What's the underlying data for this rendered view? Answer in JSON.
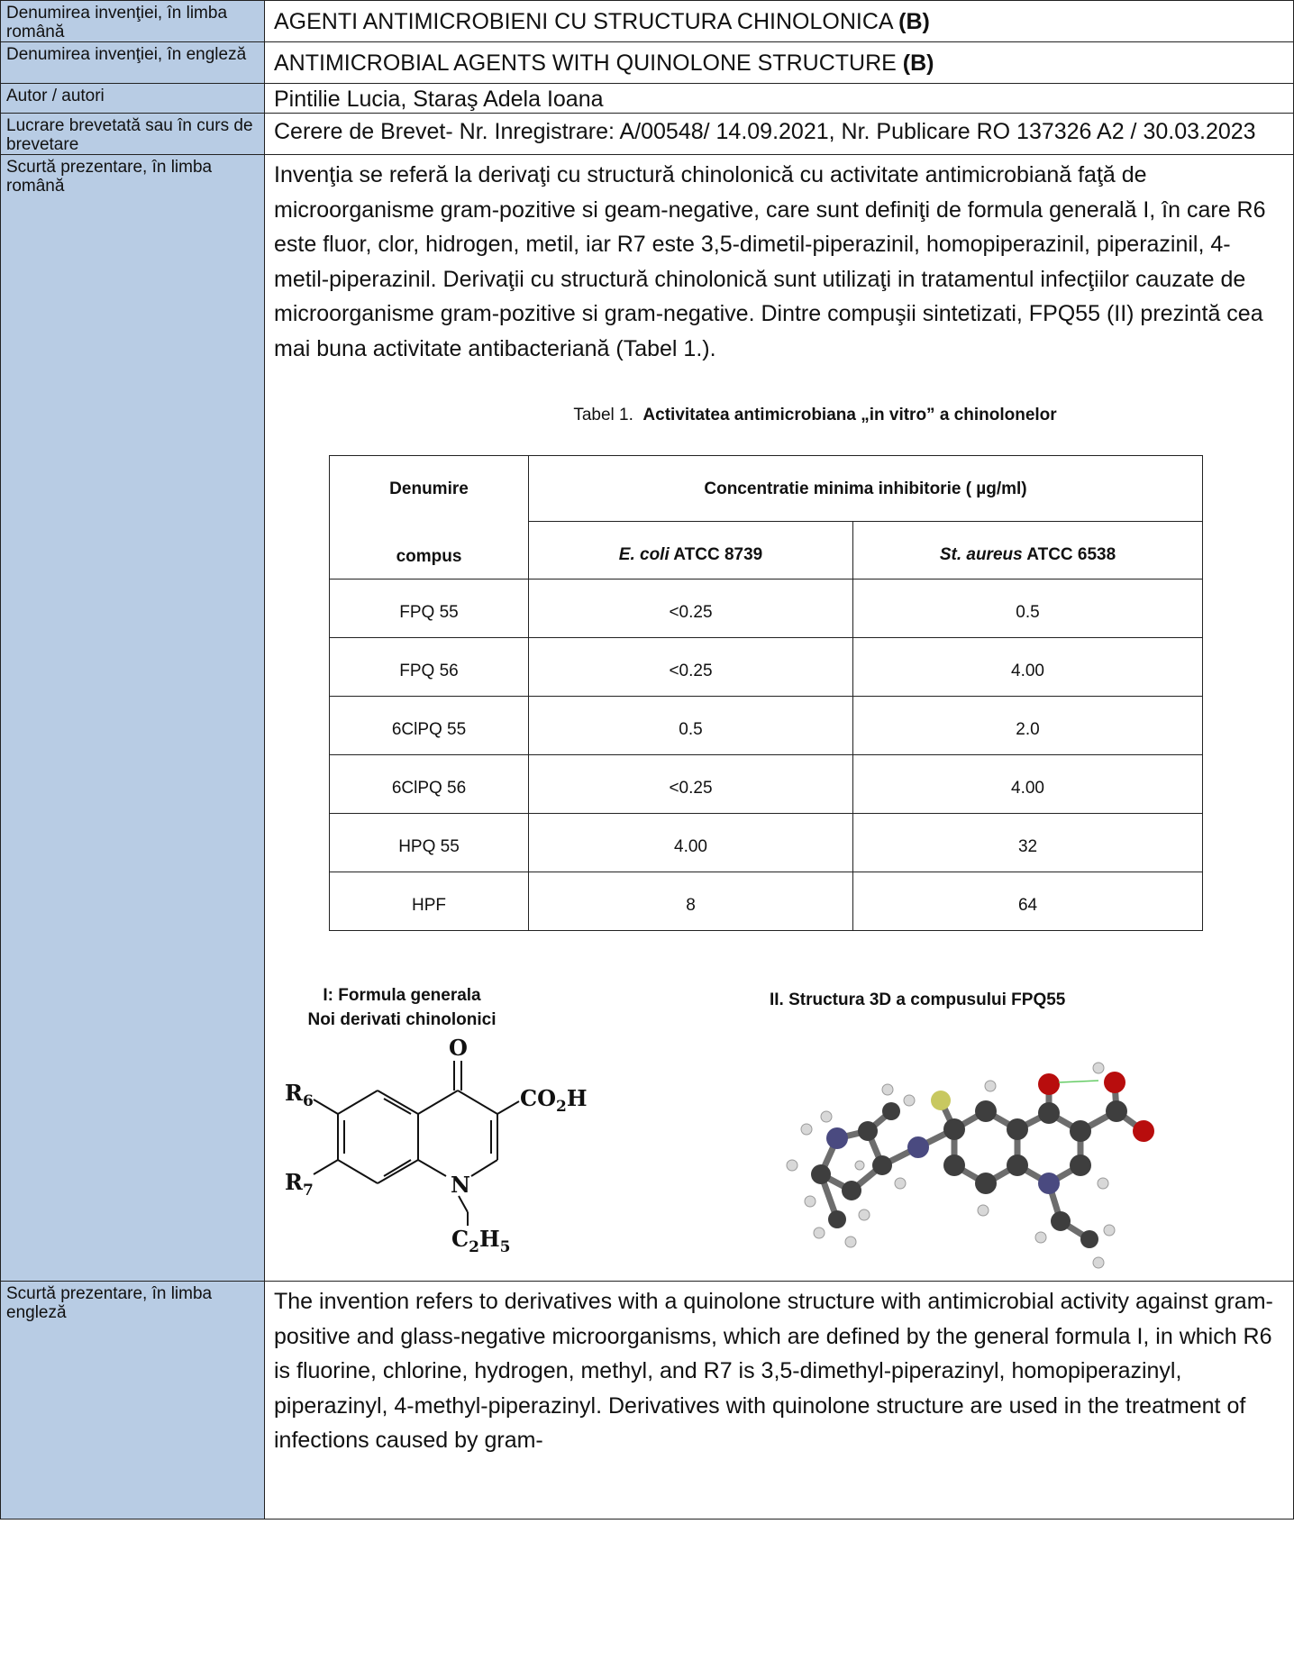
{
  "rows": {
    "title_ro": {
      "label": "Denumirea invenţiei, în limba română",
      "value": "AGENTI ANTIMICROBIENI CU STRUCTURA CHINOLONICA",
      "suffix": "(B)"
    },
    "title_en": {
      "label": "Denumirea invenţiei, în engleză",
      "value": "ANTIMICROBIAL AGENTS WITH QUINOLONE STRUCTURE",
      "suffix": "(B)"
    },
    "authors": {
      "label": "Autor / autori",
      "value": "Pintilie Lucia, Staraş Adela Ioana"
    },
    "patent": {
      "label": "Lucrare brevetată sau în curs de brevetare",
      "value": "Cerere de Brevet- Nr. Inregistrare: A/00548/ 14.09.2021, Nr. Publicare RO 137326 A2 / 30.03.2023"
    },
    "summary_ro": {
      "label": "Scurtă prezentare, în limba română",
      "text": "Invenţia se referă la derivaţi cu structură chinolonică cu activitate antimicrobiană faţă de microorganisme gram-pozitive si geam-negative, care sunt definiţi de formula generală I, în care R6 este fluor, clor, hidrogen, metil, iar R7 este 3,5-dimetil-piperazinil, homopiperazinil, piperazinil, 4-metil-piperazinil. Derivaţii cu structură chinolonică sunt utilizaţi in tratamentul infecţiilor cauzate de microorganisme gram-pozitive si gram-negative. Dintre compuşii sintetizati, FPQ55 (II) prezintă cea mai buna activitate antibacteriană (Tabel 1.)."
    },
    "summary_en": {
      "label": "Scurtă prezentare, în limba engleză",
      "text": "The invention refers to derivatives with a quinolone structure with antimicrobial activity against gram-positive and glass-negative microorganisms, which are defined by the general formula I, in which R6 is fluorine, chlorine, hydrogen, methyl, and R7 is 3,5-dimethyl-piperazinyl, homopiperazinyl, piperazinyl, 4-methyl-piperazinyl. Derivatives with quinolone structure are used in the treatment of infections caused by gram-"
    }
  },
  "table1": {
    "caption_prefix": "Tabel 1.",
    "caption_bold": "Activitatea antimicrobiana „in vitro” a chinolonelor",
    "col_name_line1": "Denumire",
    "col_name_line2": "compus",
    "group_header": "Concentratie minima inhibitorie ( µg/ml)",
    "col1_italic": "E. coli",
    "col1_rest": " ATCC 8739",
    "col2_italic": "St. aureus",
    "col2_rest": " ATCC 6538",
    "rows": [
      [
        "FPQ 55",
        "<0.25",
        "0.5"
      ],
      [
        "FPQ 56",
        "<0.25",
        "4.00"
      ],
      [
        "6ClPQ 55",
        "0.5",
        "2.0"
      ],
      [
        "6ClPQ 56",
        "<0.25",
        "4.00"
      ],
      [
        "HPQ 55",
        "4.00",
        "32"
      ],
      [
        "HPF",
        "8",
        "64"
      ]
    ]
  },
  "figures": {
    "fig1_title_line1": "I: Formula generala",
    "fig1_title_line2": "Noi derivati chinolonici",
    "fig2_title": "II. Structura 3D a compusului FPQ55",
    "chem": {
      "o": "O",
      "r6": "R",
      "r6_sub": "6",
      "r7": "R",
      "r7_sub": "7",
      "n": "N",
      "co2h_a": "CO",
      "co2h_sub": "2",
      "co2h_b": "H",
      "et_a": "C",
      "et_sub1": "2",
      "et_b": "H",
      "et_sub2": "5"
    }
  }
}
